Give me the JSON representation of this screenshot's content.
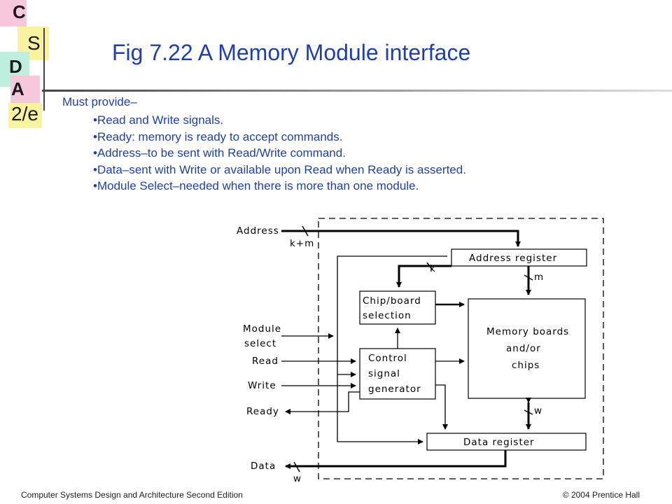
{
  "logo": {
    "letters": [
      "C",
      "S",
      "D",
      "A",
      "2/e"
    ]
  },
  "title": "Fig 7.22   A Memory Module interface",
  "intro": "Must provide–",
  "bullets": [
    "•Read and Write signals.",
    "•Ready: memory is ready to accept commands.",
    "•Address–to be sent with Read/Write command.",
    "•Data–sent with Write or available upon Read when Ready is asserted.",
    "•Module Select–needed when there is more than one module."
  ],
  "diagram": {
    "signals": {
      "address": "Address",
      "module_select_1": "Module",
      "module_select_2": "select",
      "read": "Read",
      "write": "Write",
      "ready": "Ready",
      "data": "Data"
    },
    "widths": {
      "k_plus_m": "k+m",
      "k": "k",
      "m": "m",
      "w_mem": "w",
      "w_data": "w"
    },
    "blocks": {
      "address_register": "Address   register",
      "chip_select_1": "Chip/board",
      "chip_select_2": "selection",
      "control_1": "Control",
      "control_2": "signal",
      "control_3": "generator",
      "memory_1": "Memory  boards",
      "memory_2": "and/or",
      "memory_3": "chips",
      "data_register": "Data   register"
    }
  },
  "footer": {
    "left": "Computer Systems Design and Architecture Second Edition",
    "right": "© 2004 Prentice Hall"
  }
}
